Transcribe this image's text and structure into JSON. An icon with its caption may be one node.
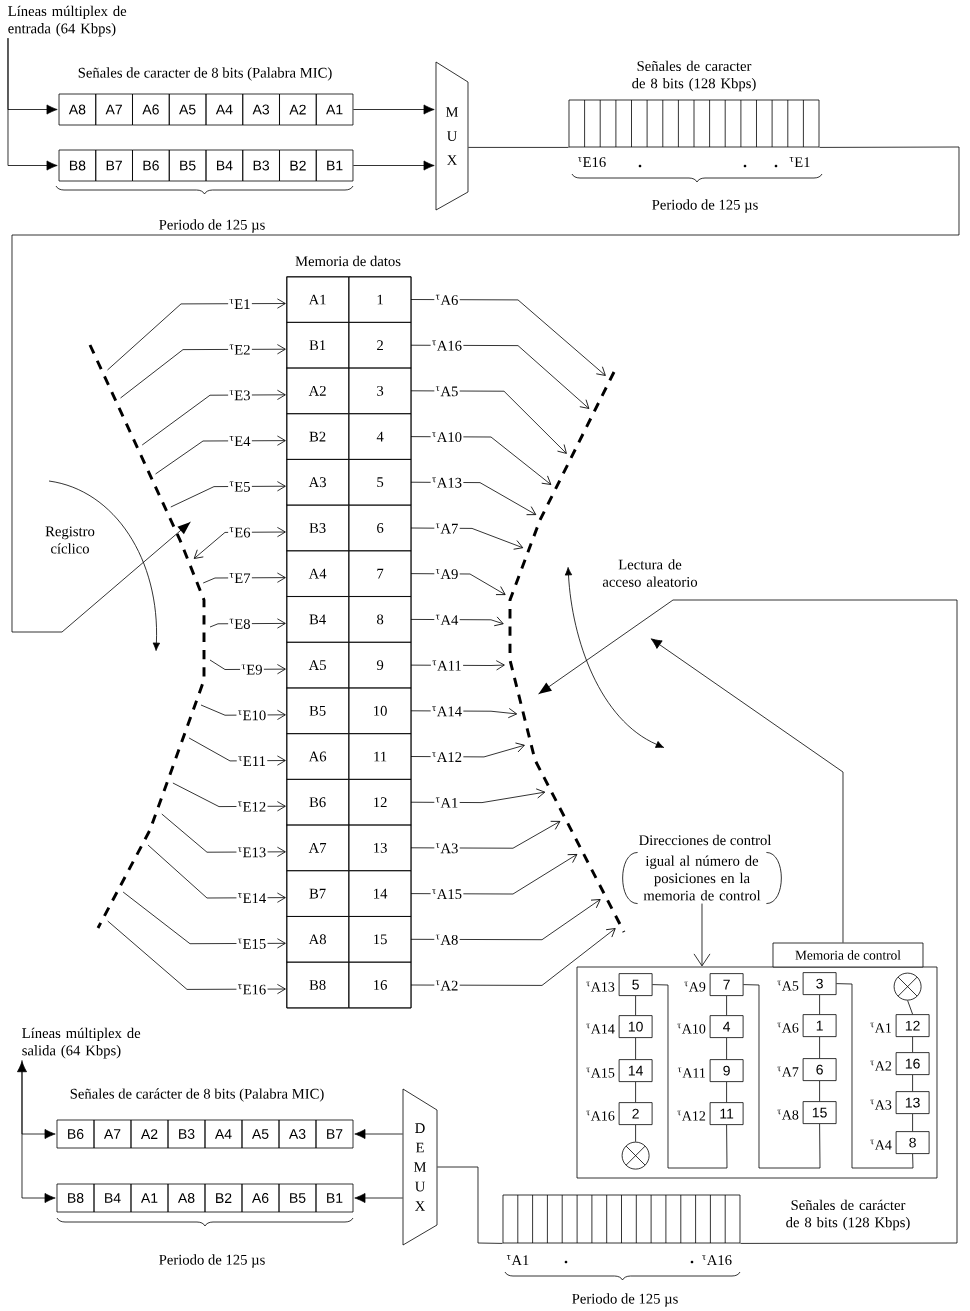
{
  "diagram": {
    "nodes": [
      {
        "text": [
          "Líneas múltiplex de entrada (64 Kbps)"
        ]
      },
      {
        "text": [
          "A8",
          "A7",
          "A6",
          "A5",
          "A4",
          "A3",
          "A2",
          "A1"
        ]
      },
      {
        "text": [
          "B8",
          "B7",
          "B6",
          "B5",
          "B4",
          "B3",
          "B2",
          "B1"
        ]
      },
      {
        "text": [
          "M U X"
        ]
      },
      {
        "text": [],
        "shape": "box",
        "beside": [
          "Señales de caracter de 8 bits (128 Kbps)",
          "$^{τ}$E16",
          "$^{τ}$E1",
          "Periodo de 125 µs"
        ]
      },
      {
        "text": [],
        "shape": "bar"
      },
      {
        "text": [
          "Memoria de datos"
        ]
      },
      {
        "text": [
          "A1",
          "1"
        ],
        "in": 6
      },
      {
        "text": [
          "B1",
          "2"
        ],
        "in": 6
      },
      {
        "text": [
          "A2",
          "3"
        ],
        "in": 6
      },
      {
        "text": [
          "B2",
          "4"
        ],
        "in": 6
      },
      {
        "text": [
          "A3",
          "5"
        ],
        "in": 6
      },
      {
        "text": [
          "B3",
          "6"
        ],
        "in": 6
      },
      {
        "text": [
          "A4",
          "7"
        ],
        "in": 6
      },
      {
        "text": [
          "B4",
          "8"
        ],
        "in": 6
      },
      {
        "text": [
          "A5",
          "9"
        ],
        "in": 6
      },
      {
        "text": [
          "B5",
          "10"
        ],
        "in": 6
      },
      {
        "text": [
          "A6",
          "11"
        ],
        "in": 6
      },
      {
        "text": [
          "B6",
          "12"
        ],
        "in": 6
      },
      {
        "text": [
          "A7",
          "13"
        ],
        "in": 6
      },
      {
        "text": [
          "B7",
          "14"
        ],
        "in": 6
      },
      {
        "text": [
          "A8",
          "15"
        ],
        "in": 6
      },
      {
        "text": [
          "B8",
          "16"
        ],
        "in": 6
      },
      {
        "text": [],
        "shape": "bar"
      },
      {
        "text": [
          "Direcciones de control",
          "igual al número de posiciones en la memoria de control"
        ]
      },
      {
        "text": [
          "Memoria de control"
        ]
      },
      {
        "text": [
          "5"
        ],
        "in": 25,
        "beside": [
          "$^{τ}$A13"
        ]
      },
      {
        "text": [
          "10"
        ],
        "in": 25,
        "beside": [
          "$^{τ}$A14"
        ]
      },
      {
        "text": [
          "14"
        ],
        "in": 25,
        "beside": [
          "$^{τ}$A15"
        ]
      },
      {
        "text": [
          "2"
        ],
        "in": 25,
        "beside": [
          "$^{τ}$A16"
        ]
      },
      {
        "text": [],
        "shape": "circle",
        "in": 25
      },
      {
        "text": [
          "7"
        ],
        "in": 25,
        "beside": [
          "$^{τ}$A9"
        ]
      },
      {
        "text": [
          "4"
        ],
        "in": 25,
        "beside": [
          "$^{τ}$A10"
        ]
      },
      {
        "text": [
          "9"
        ],
        "in": 25,
        "beside": [
          "$^{τ}$A11"
        ]
      },
      {
        "text": [
          "11"
        ],
        "in": 25,
        "beside": [
          "$^{τ}$A12"
        ]
      },
      {
        "text": [
          "3"
        ],
        "in": 25,
        "beside": [
          "$^{τ}$A5"
        ]
      },
      {
        "text": [
          "1"
        ],
        "in": 25,
        "beside": [
          "$^{τ}$A6"
        ]
      },
      {
        "text": [
          "6"
        ],
        "in": 25,
        "beside": [
          "$^{τ}$A7"
        ]
      },
      {
        "text": [
          "15"
        ],
        "in": 25,
        "beside": [
          "$^{τ}$A8"
        ]
      },
      {
        "text": [],
        "shape": "circle",
        "in": 25
      },
      {
        "text": [
          "12"
        ],
        "in": 25,
        "beside": [
          "$^{τ}$A1"
        ]
      },
      {
        "text": [
          "16"
        ],
        "in": 25,
        "beside": [
          "$^{τ}$A2"
        ]
      },
      {
        "text": [
          "13"
        ],
        "in": 25,
        "beside": [
          "$^{τ}$A3"
        ]
      },
      {
        "text": [
          "8"
        ],
        "in": 25,
        "beside": [
          "$^{τ}$A4"
        ]
      },
      {
        "text": [
          "D E M U X"
        ]
      },
      {
        "text": [
          "B6",
          "A7",
          "A2",
          "B3",
          "A4",
          "A5",
          "A3",
          "B7"
        ]
      },
      {
        "text": [
          "B8",
          "B4",
          "A1",
          "A8",
          "B2",
          "A6",
          "B5",
          "B1"
        ]
      },
      {
        "text": [
          "Líneas múltiplex de salida (64 Kbps)"
        ]
      },
      {
        "text": [],
        "shape": "box",
        "beside": [
          "Señales de carácter de 8 bits (128 Kbps)",
          "$^{τ}$A1",
          "$^{τ}$A16",
          "Periodo de 125 µs"
        ]
      }
    ],
    "edges": [
      {
        "from": 0,
        "to": 1,
        "arrow": "to"
      },
      {
        "from": 0,
        "to": 2,
        "arrow": "to"
      },
      {
        "from": 1,
        "to": 3,
        "arrow": "to"
      },
      {
        "from": 2,
        "to": 3,
        "arrow": "to"
      },
      {
        "from": 3,
        "to": 4,
        "arrow": "none"
      },
      {
        "from": 4,
        "to": 5,
        "arrow": "to"
      },
      {
        "from": 5,
        "to": 7,
        "arrow": "to",
        "label": "$^{τ}$E1"
      },
      {
        "from": 5,
        "to": 8,
        "arrow": "to",
        "label": "$^{τ}$E2"
      },
      {
        "from": 5,
        "to": 9,
        "arrow": "to",
        "label": "$^{τ}$E3"
      },
      {
        "from": 5,
        "to": 10,
        "arrow": "to",
        "label": "$^{τ}$E4"
      },
      {
        "from": 5,
        "to": 11,
        "arrow": "to",
        "label": "$^{τ}$E5"
      },
      {
        "from": 5,
        "to": 12,
        "arrow": "both",
        "label": "$^{τ}$E6"
      },
      {
        "from": 5,
        "to": 13,
        "arrow": "to",
        "label": "$^{τ}$E7"
      },
      {
        "from": 5,
        "to": 14,
        "arrow": "to",
        "label": "$^{τ}$E8"
      },
      {
        "from": 5,
        "to": 15,
        "arrow": "to",
        "label": "$^{τ}$E9"
      },
      {
        "from": 5,
        "to": 16,
        "arrow": "to",
        "label": "$^{τ}$E10"
      },
      {
        "from": 5,
        "to": 17,
        "arrow": "to",
        "label": "$^{τ}$E11"
      },
      {
        "from": 5,
        "to": 18,
        "arrow": "to",
        "label": "$^{τ}$E12"
      },
      {
        "from": 5,
        "to": 19,
        "arrow": "to",
        "label": "$^{τ}$E13"
      },
      {
        "from": 5,
        "to": 20,
        "arrow": "to",
        "label": "$^{τ}$E14"
      },
      {
        "from": 5,
        "to": 21,
        "arrow": "to",
        "label": "$^{τ}$E15"
      },
      {
        "from": 5,
        "to": 22,
        "arrow": "to",
        "label": "$^{τ}$E16"
      },
      {
        "from": 7,
        "to": 23,
        "arrow": "to",
        "label": "$^{τ}$A6"
      },
      {
        "from": 8,
        "to": 23,
        "arrow": "to",
        "label": "$^{τ}$A16"
      },
      {
        "from": 9,
        "to": 23,
        "arrow": "to",
        "label": "$^{τ}$A5"
      },
      {
        "from": 10,
        "to": 23,
        "arrow": "to",
        "label": "$^{τ}$A10"
      },
      {
        "from": 11,
        "to": 23,
        "arrow": "to",
        "label": "$^{τ}$A13"
      },
      {
        "from": 12,
        "to": 23,
        "arrow": "to",
        "label": "$^{τ}$A7"
      },
      {
        "from": 13,
        "to": 23,
        "arrow": "to",
        "label": "$^{τ}$A9"
      },
      {
        "from": 14,
        "to": 23,
        "arrow": "to",
        "label": "$^{τ}$A4"
      },
      {
        "from": 15,
        "to": 23,
        "arrow": "to",
        "label": "$^{τ}$A11"
      },
      {
        "from": 16,
        "to": 23,
        "arrow": "to",
        "label": "$^{τ}$A14"
      },
      {
        "from": 17,
        "to": 23,
        "arrow": "to",
        "label": "$^{τ}$A12"
      },
      {
        "from": 18,
        "to": 23,
        "arrow": "to",
        "label": "$^{τ}$A1"
      },
      {
        "from": 19,
        "to": 23,
        "arrow": "to",
        "label": "$^{τ}$A3"
      },
      {
        "from": 20,
        "to": 23,
        "arrow": "to",
        "label": "$^{τ}$A15"
      },
      {
        "from": 21,
        "to": 23,
        "arrow": "to",
        "label": "$^{τ}$A8"
      },
      {
        "from": 22,
        "to": 23,
        "arrow": "to",
        "label": "$^{τ}$A2"
      },
      {
        "from": 24,
        "to": 25,
        "arrow": "to"
      },
      {
        "from": 25,
        "to": null,
        "arrow": "to"
      },
      {
        "from": 48,
        "to": 23,
        "arrow": "to"
      },
      {
        "from": 44,
        "to": 48,
        "arrow": "none"
      },
      {
        "from": 44,
        "to": 45,
        "arrow": "to"
      },
      {
        "from": 44,
        "to": 46,
        "arrow": "to"
      },
      {
        "from": 45,
        "to": 47,
        "arrow": "both"
      },
      {
        "from": 47,
        "to": 46,
        "arrow": "to"
      },
      {
        "from": 26,
        "to": 27,
        "arrow": "none"
      },
      {
        "from": 27,
        "to": 28,
        "arrow": "none"
      },
      {
        "from": 28,
        "to": 29,
        "arrow": "none"
      },
      {
        "from": 29,
        "to": 30,
        "arrow": "none"
      },
      {
        "from": 26,
        "to": 34,
        "arrow": "none"
      },
      {
        "from": 31,
        "to": 32,
        "arrow": "none"
      },
      {
        "from": 32,
        "to": 33,
        "arrow": "none"
      },
      {
        "from": 33,
        "to": 34,
        "arrow": "none"
      },
      {
        "from": 31,
        "to": 38,
        "arrow": "none"
      },
      {
        "from": 35,
        "to": 36,
        "arrow": "none"
      },
      {
        "from": 36,
        "to": 37,
        "arrow": "none"
      },
      {
        "from": 37,
        "to": 38,
        "arrow": "none"
      },
      {
        "from": 35,
        "to": 43,
        "arrow": "none"
      },
      {
        "from": 39,
        "to": 40,
        "arrow": "none"
      },
      {
        "from": 40,
        "to": 41,
        "arrow": "none"
      },
      {
        "from": 41,
        "to": 42,
        "arrow": "none"
      },
      {
        "from": 42,
        "to": 43,
        "arrow": "none"
      }
    ],
    "labels": [
      "Señales de caracter de 8 bits (Palabra MIC)",
      "Periodo de 125 µs",
      "Registro cíclico",
      "Lectura de acceso aleatorio",
      "Señales de carácter de 8 bits (Palabra MIC)",
      "Periodo de 125 µs"
    ]
  }
}
